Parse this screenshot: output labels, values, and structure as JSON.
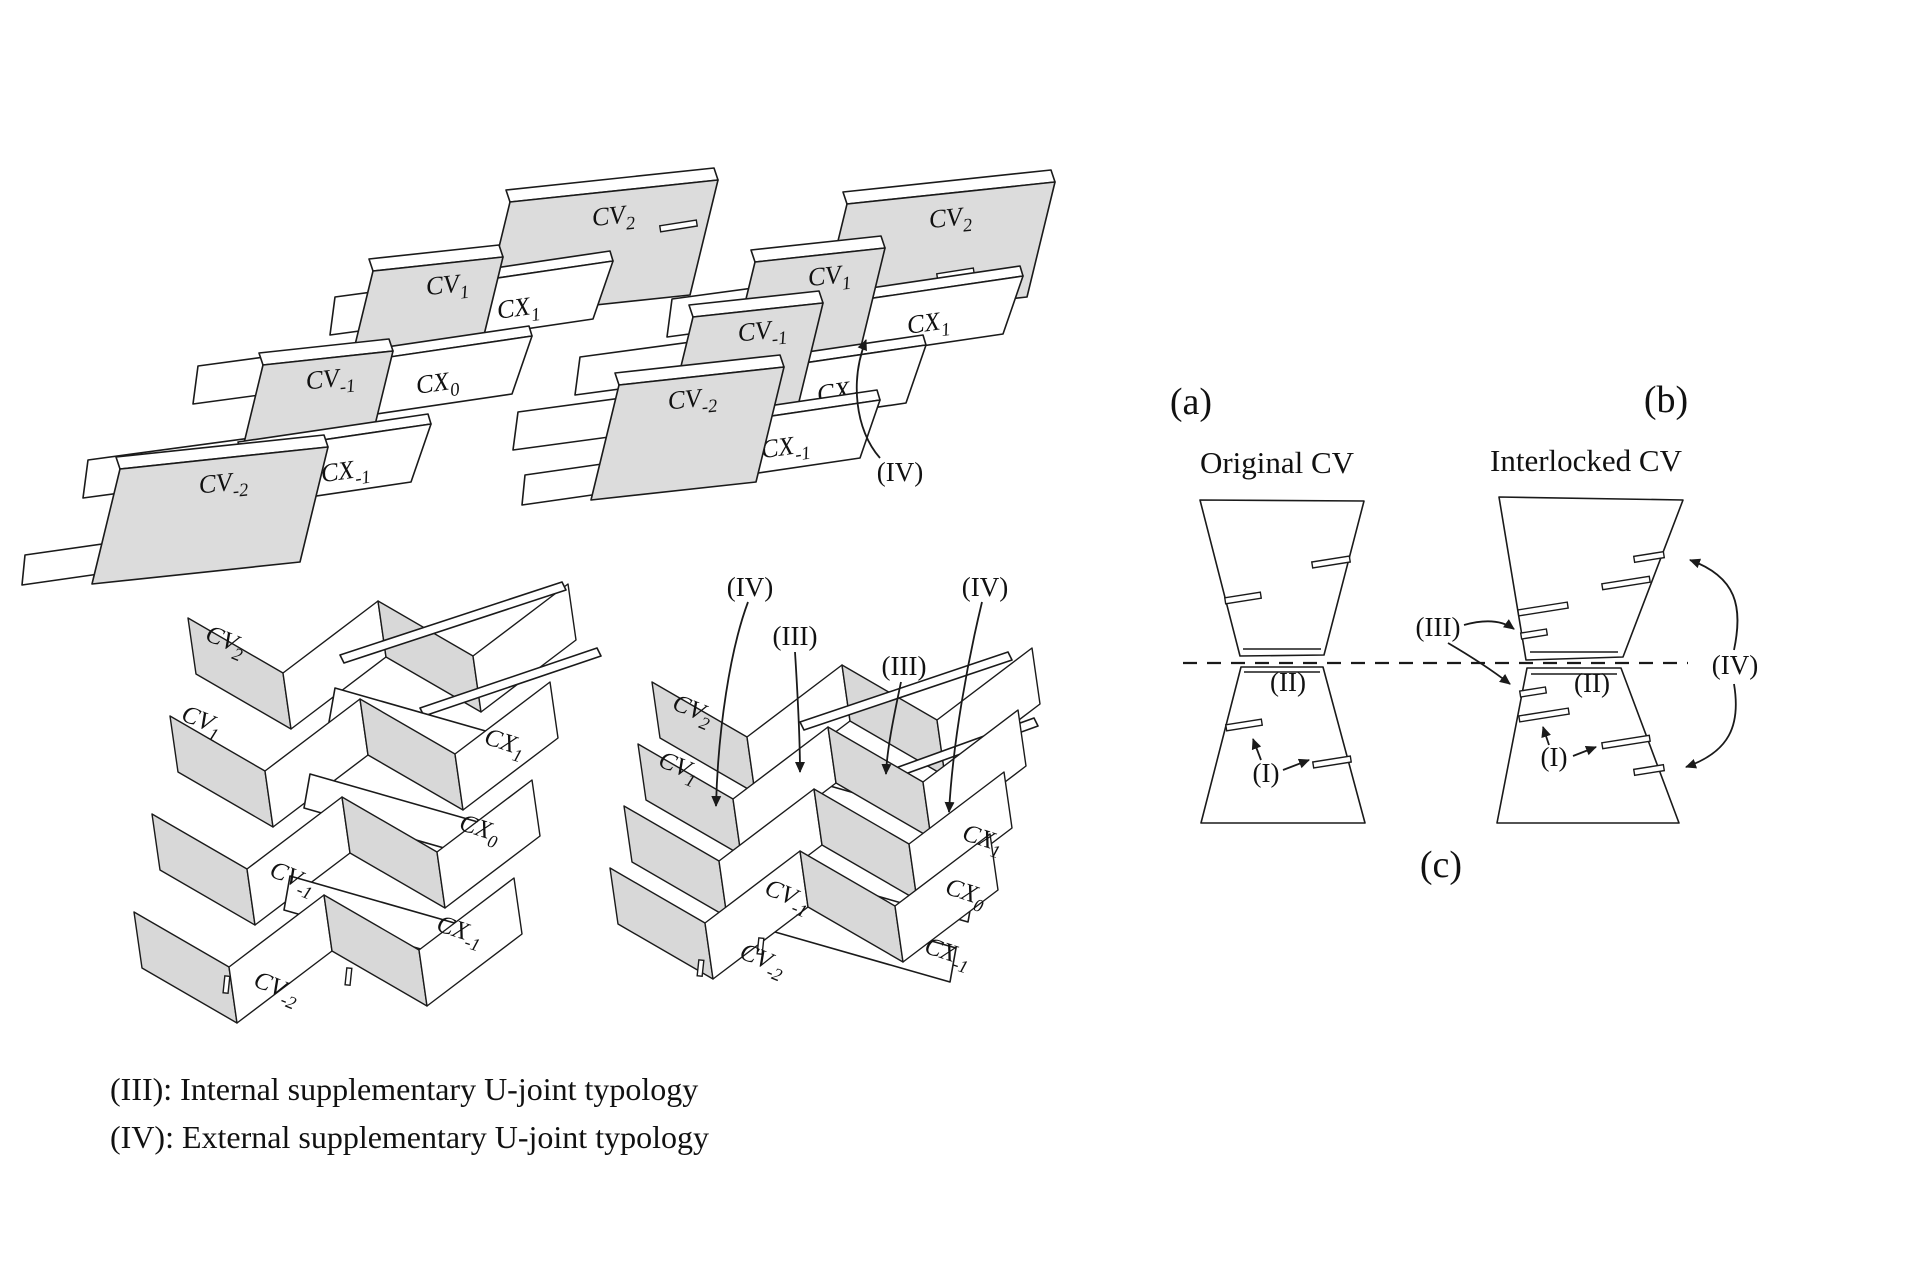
{
  "figure": {
    "panel_labels": {
      "cv2": {
        "base": "CV",
        "sub": "2"
      },
      "cv1": {
        "base": "CV",
        "sub": "1"
      },
      "cvm1": {
        "base": "CV",
        "sub": "-1"
      },
      "cvm2": {
        "base": "CV",
        "sub": "-2"
      },
      "cx1": {
        "base": "CX",
        "sub": "1"
      },
      "cx0": {
        "base": "CX",
        "sub": "0"
      },
      "cxm1": {
        "base": "CX",
        "sub": "-1"
      }
    },
    "annotations": {
      "a": "(a)",
      "b": "(b)",
      "c": "(c)",
      "i": "(I)",
      "ii": "(II)",
      "iii": "(III)",
      "iv": "(IV)"
    },
    "titles": {
      "original": "Original CV",
      "interlocked": "Interlocked CV"
    },
    "legend": {
      "line1": "(III): Internal supplementary U-joint typology",
      "line2": "(IV): External supplementary U-joint typology"
    },
    "colors": {
      "panel_gray": "#dcdcdc",
      "facet_gray": "#d8d8d8",
      "line": "#1a1a1a",
      "background": "#ffffff"
    }
  }
}
